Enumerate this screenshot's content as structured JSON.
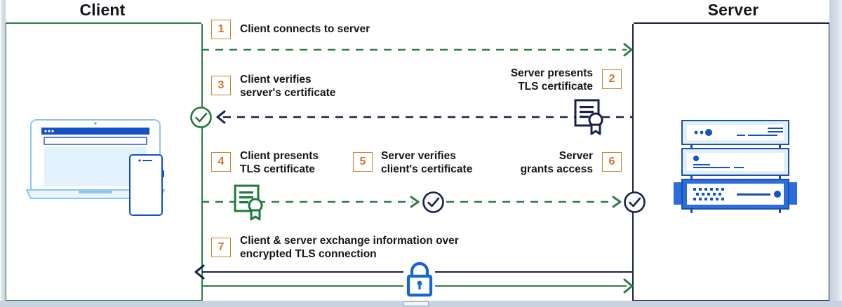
{
  "diagram": {
    "type": "sequence-flow",
    "title_client": "Client",
    "title_server": "Server",
    "colors": {
      "green": "#2e7d46",
      "navy": "#18204a",
      "orange_border": "#c8852f",
      "orange_text": "#d2762a",
      "blue_light": "#1565d8",
      "text": "#15151c"
    },
    "client_icon": "laptop-and-phone-icon",
    "server_icon": "server-rack-icon",
    "steps": [
      {
        "number": "1",
        "label": "Client connects to server",
        "direction": "client-to-server",
        "line_style": "dashed",
        "line_color": "#2e7d46",
        "icon": null
      },
      {
        "number": "2",
        "label": "Server presents\nTLS certificate",
        "direction": "server-to-client",
        "line_style": "dashed",
        "line_color": "#18204a",
        "icon": "certificate-icon-navy"
      },
      {
        "number": "3",
        "label": "Client verifies\nserver's certificate",
        "direction": "server-to-client",
        "line_style": "dashed",
        "line_color": "#18204a",
        "icon": "check-circle-icon-green"
      },
      {
        "number": "4",
        "label": "Client presents\nTLS certificate",
        "direction": "client-to-server",
        "line_style": "dashed",
        "line_color": "#2e7d46",
        "icon": "certificate-icon-green"
      },
      {
        "number": "5",
        "label": "Server verifies\nclient's certificate",
        "direction": "client-to-server",
        "line_style": "dashed",
        "line_color": "#2e7d46",
        "icon": "check-circle-icon-navy"
      },
      {
        "number": "6",
        "label": "Server\ngrants access",
        "direction": "client-to-server",
        "line_style": "dashed",
        "line_color": "#2e7d46",
        "icon": "check-circle-icon-navy"
      },
      {
        "number": "7",
        "label": "Client & server exchange information over\nencrypted TLS connection",
        "direction": "bidirectional",
        "line_style": "solid",
        "line_color": "#18204a / #2e7d46",
        "icon": "lock-icon-blue"
      }
    ]
  }
}
